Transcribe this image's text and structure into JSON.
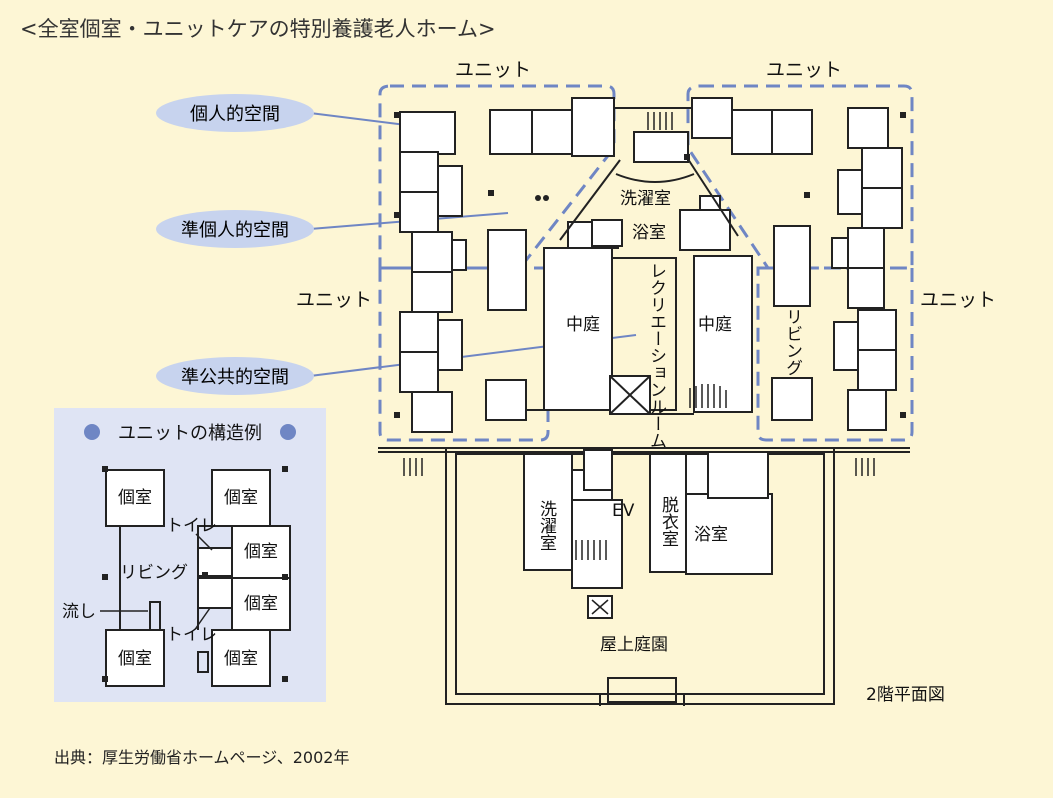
{
  "title": "<全室個室・ユニットケアの特別養護老人ホーム>",
  "labels": {
    "unit": "ユニット",
    "private_space": "個人的空間",
    "semi_private_space": "準個人的空間",
    "semi_public_space": "準公共的空間"
  },
  "rooms": {
    "laundry_top": "洗濯室",
    "bath_top": "浴室",
    "recreation_room": "レクリエーションルーム",
    "courtyard": "中庭",
    "living": "リビング",
    "laundry_bottom": "洗濯室",
    "ev": "EV",
    "dressing_room": "脱衣室",
    "bath_bottom": "浴室",
    "rooftop_garden": "屋上庭園"
  },
  "inset": {
    "title": "ユニットの構造例",
    "private_room": "個室",
    "toilet": "トイレ",
    "living": "リビング",
    "sink": "流し"
  },
  "floor_label": "2階平面図",
  "source": "出典：厚生労働省ホームページ、2002年",
  "colors": {
    "background": "#fdf6d5",
    "accent_blue": "#6f86c4",
    "callout_fill": "#c7d3ee",
    "inset_fill": "#dfe4f4",
    "line": "#222222"
  }
}
